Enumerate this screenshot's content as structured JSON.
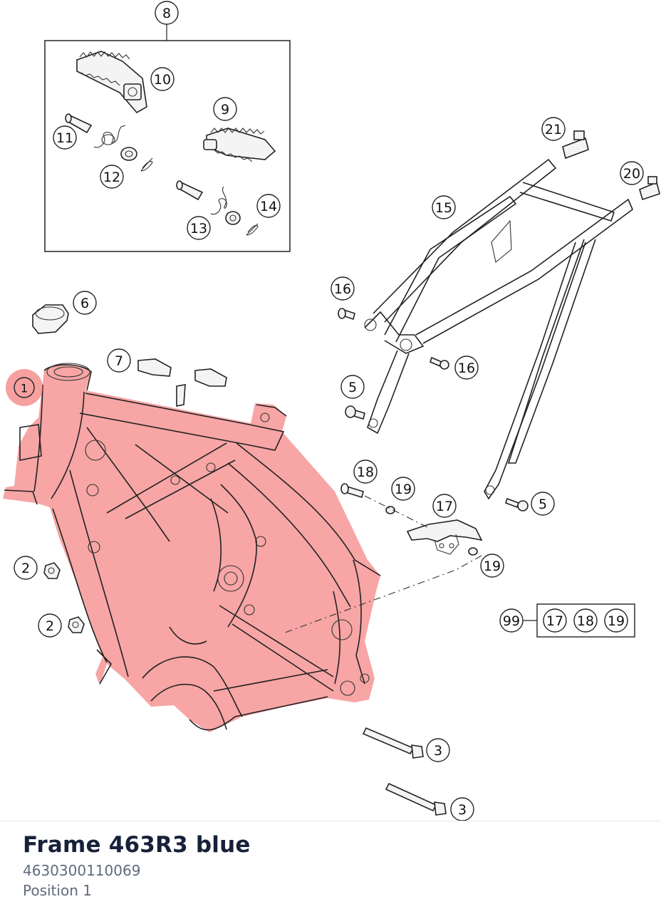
{
  "diagram": {
    "selected_callout": "1",
    "highlight_color": "#f26d6d",
    "callouts": {
      "c1": "1",
      "c2a": "2",
      "c2b": "2",
      "c3a": "3",
      "c3b": "3",
      "c5a": "5",
      "c5b": "5",
      "c6": "6",
      "c7": "7",
      "c8": "8",
      "c9": "9",
      "c10": "10",
      "c11": "11",
      "c12": "12",
      "c13": "13",
      "c14": "14",
      "c15": "15",
      "c16a": "16",
      "c16b": "16",
      "c17": "17",
      "c18": "18",
      "c19a": "19",
      "c19b": "19",
      "c20": "20",
      "c21": "21",
      "c99": "99",
      "k17": "17",
      "k18": "18",
      "k19": "19"
    }
  },
  "part_info": {
    "name": "Frame 463R3 blue",
    "number": "4630300110069",
    "position": "Position 1"
  }
}
